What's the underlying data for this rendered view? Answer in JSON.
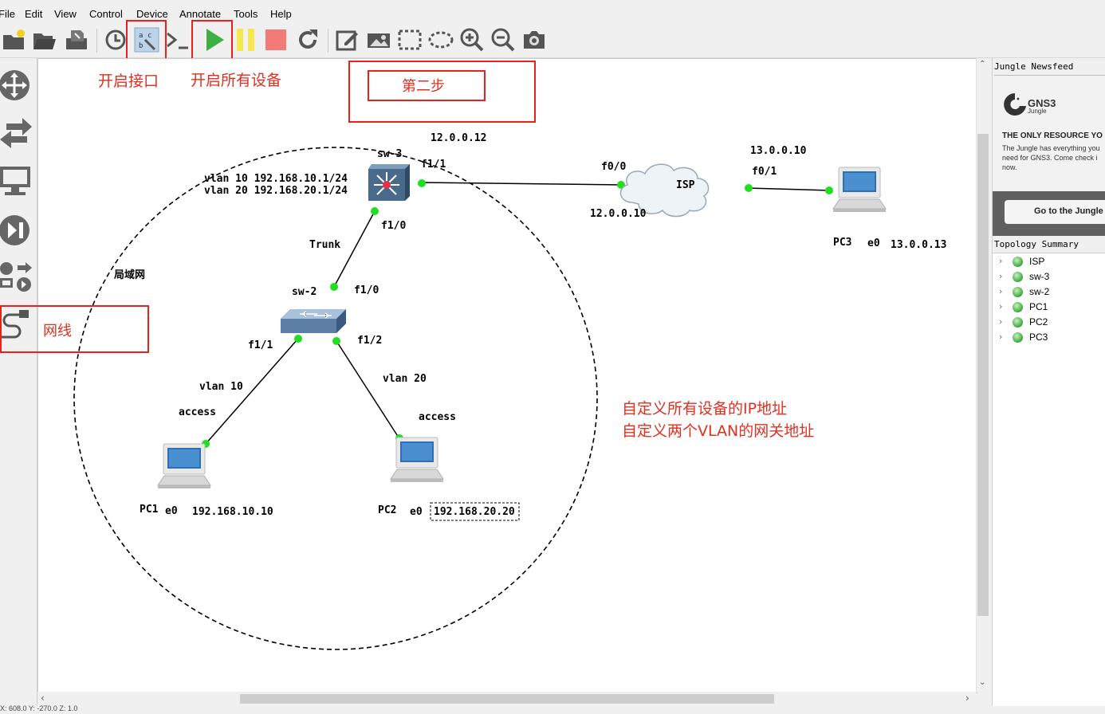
{
  "menu": [
    "File",
    "Edit",
    "View",
    "Control",
    "Device",
    "Annotate",
    "Tools",
    "Help"
  ],
  "toolbar_icons": [
    "new-project-icon",
    "open-project-icon",
    "save-project-icon",
    "snapshot-icon",
    "show-interface-labels-icon",
    "console-icon",
    "start-all-icon",
    "suspend-all-icon",
    "stop-all-icon",
    "reload-icon",
    "add-note-icon",
    "insert-picture-icon",
    "draw-rectangle-icon",
    "draw-ellipse-icon",
    "zoom-in-icon",
    "zoom-out-icon",
    "screenshot-icon"
  ],
  "annotations": {
    "enable_interfaces": "开启接口",
    "start_all": "开启所有设备",
    "step_two": "第二步",
    "cable": "网线",
    "note_line1": "自定义所有设备的IP地址",
    "note_line2": "自定义两个VLAN的网关地址"
  },
  "topology": {
    "lan_label": "局域网",
    "sw3_name": "sw-3",
    "sw2_name": "sw-2",
    "isp_name": "ISP",
    "pc1_name": "PC1",
    "pc2_name": "PC2",
    "pc3_name": "PC3",
    "vlan10_gw": "vlan 10 192.168.10.1/24",
    "vlan20_gw": "vlan 20 192.168.20.1/24",
    "sw3_f11": "f1/1",
    "sw3_f10": "f1/0",
    "sw2_f10": "f1/0",
    "sw2_f11": "f1/1",
    "sw2_f12": "f1/2",
    "trunk": "Trunk",
    "ip_12_0_0_12": "12.0.0.12",
    "ip_12_0_0_10": "12.0.0.10",
    "ip_13_0_0_10": "13.0.0.10",
    "ip_13_0_0_13": "13.0.0.13",
    "isp_f00": "f0/0",
    "isp_f01": "f0/1",
    "vlan10": "vlan 10",
    "vlan20": "vlan 20",
    "access1": "access",
    "access2": "access",
    "pc1_if": "e0",
    "pc2_if": "e0",
    "pc3_if": "e0",
    "pc1_ip": "192.168.10.10",
    "pc2_ip": "192.168.20.20"
  },
  "dock": {
    "newsfeed_title": "Jungle Newsfeed",
    "gns3_logo": "GNS3",
    "gns3_sub": "Jungle",
    "headline": "THE ONLY RESOURCE YO",
    "body1": "The Jungle has everything you",
    "body2": "need for GNS3. Come check i",
    "body3": "now.",
    "button": "Go to the Jungle",
    "summary_title": "Topology Summary",
    "nodes": [
      "ISP",
      "sw-3",
      "sw-2",
      "PC1",
      "PC2",
      "PC3"
    ]
  },
  "status": "X: 608.0 Y: -270.0 Z: 1.0"
}
